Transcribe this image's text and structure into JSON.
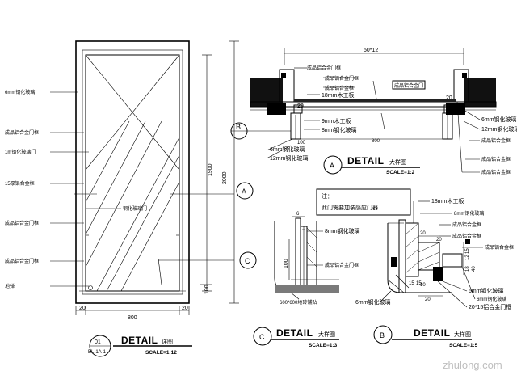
{
  "left_elevation": {
    "callouts_left": [
      "6mm钢化玻璃",
      "成品铝合金门框",
      "1m钢化玻璃门",
      "15厚铝合金框",
      "成品铝合金门框",
      "成品铝合金门框",
      "地弹"
    ],
    "center_label": "钢化玻璃门",
    "dim_inner_height": "1900",
    "dim_total_height": "2000",
    "dim_bottom": "100",
    "dim_width": "800",
    "dim_left_small": "20",
    "dim_right_small": "20",
    "section_a": "A",
    "section_c": "C",
    "section_b": "B",
    "title_number": "01",
    "title_ref": "EL-1A-1",
    "title": "DETAIL",
    "title_cn": "详图",
    "scale": "SCALE=1:12"
  },
  "detail_a": {
    "dim_top": "50*12",
    "labels_top": [
      "成品铝合金门框",
      "成品铝合金门框",
      "成品铝合金框"
    ],
    "label_18mm": "18mm木工板",
    "label_9mm": "9mm木工板",
    "label_8mm": "8mm钢化玻璃",
    "label_6mm_left": "6mm钢化玻璃",
    "label_12mm_left": "12mm钢化玻璃",
    "label_mid": "成品铝合金门",
    "label_right_6mm": "6mm钢化玻璃",
    "label_right_12mm": "12mm钢化玻璃",
    "labels_right": [
      "成品铝合金框",
      "成品铝合金框",
      "成品铝合金框"
    ],
    "dim_20a": "20",
    "dim_20b": "20",
    "dim_800": "800",
    "dim_100": "100",
    "bubble": "A",
    "title": "DETAIL",
    "title_cn": "大样图",
    "scale": "SCALE=1:2"
  },
  "note": {
    "line1": "注：",
    "line2": "此门需要加装感应门器"
  },
  "detail_c": {
    "dim_6": "6",
    "dim_100": "100",
    "label_8mm": "8mm钢化玻璃",
    "label_frame": "成品铝合金门框",
    "label_base": "600*600地砖铺贴",
    "bubble": "C",
    "title": "DETAIL",
    "title_cn": "大样图",
    "scale": "SCALE=1:3"
  },
  "detail_b": {
    "label_18mm": "18mm木工板",
    "label_8mm": "8mm钢化玻璃",
    "label_6mm": "6mm钢化玻璃",
    "label_20x15": "20*15铝合金门框",
    "label_mid": "6mm钢化玻璃",
    "label_right": "成品铝合金框",
    "labels_small": [
      "成品铝合金框",
      "成品铝合金框"
    ],
    "dim_20a": "20",
    "dim_20b": "20",
    "dim_20c": "20",
    "dim_10": "10",
    "dim_15a": "15",
    "dim_15b": "15",
    "dim_12": "12",
    "dim_40": "40",
    "dim_18": "18",
    "dim_15c": "15",
    "bubble": "B",
    "title": "DETAIL",
    "title_cn": "大样图",
    "scale": "SCALE=1:5"
  },
  "watermark": "zhulong.com"
}
